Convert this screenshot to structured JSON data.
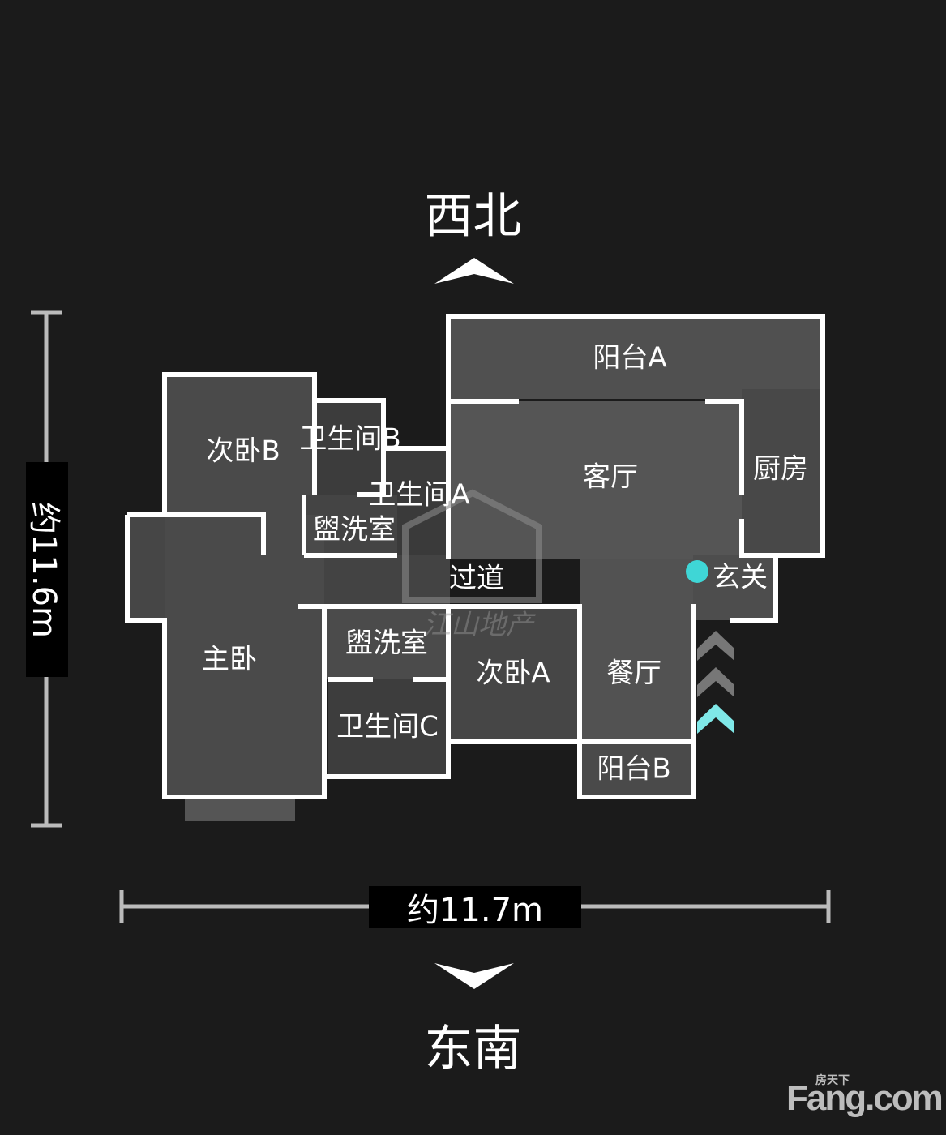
{
  "compass": {
    "top": "西北",
    "bottom": "东南"
  },
  "dimensions": {
    "height": "约11.6m",
    "width": "约11.7m"
  },
  "rooms": {
    "balcony_a": "阳台A",
    "bedroom_b": "次卧B",
    "bathroom_b": "卫生间B",
    "bathroom_a": "卫生间A",
    "washroom_upper": "盥洗室",
    "living_room": "客厅",
    "kitchen": "厨房",
    "entrance": "玄关",
    "corridor": "过道",
    "master_bedroom": "主卧",
    "washroom_lower": "盥洗室",
    "bathroom_c": "卫生间C",
    "bedroom_a": "次卧A",
    "dining_room": "餐厅",
    "balcony_b": "阳台B"
  },
  "watermark": "江山地产",
  "logo": {
    "cn": "房天下",
    "en": "Fang.com"
  },
  "colors": {
    "background": "#1b1b1b",
    "floor": "#4a4a4a",
    "wall": "#ffffff",
    "accent": "#3fd6d6"
  }
}
